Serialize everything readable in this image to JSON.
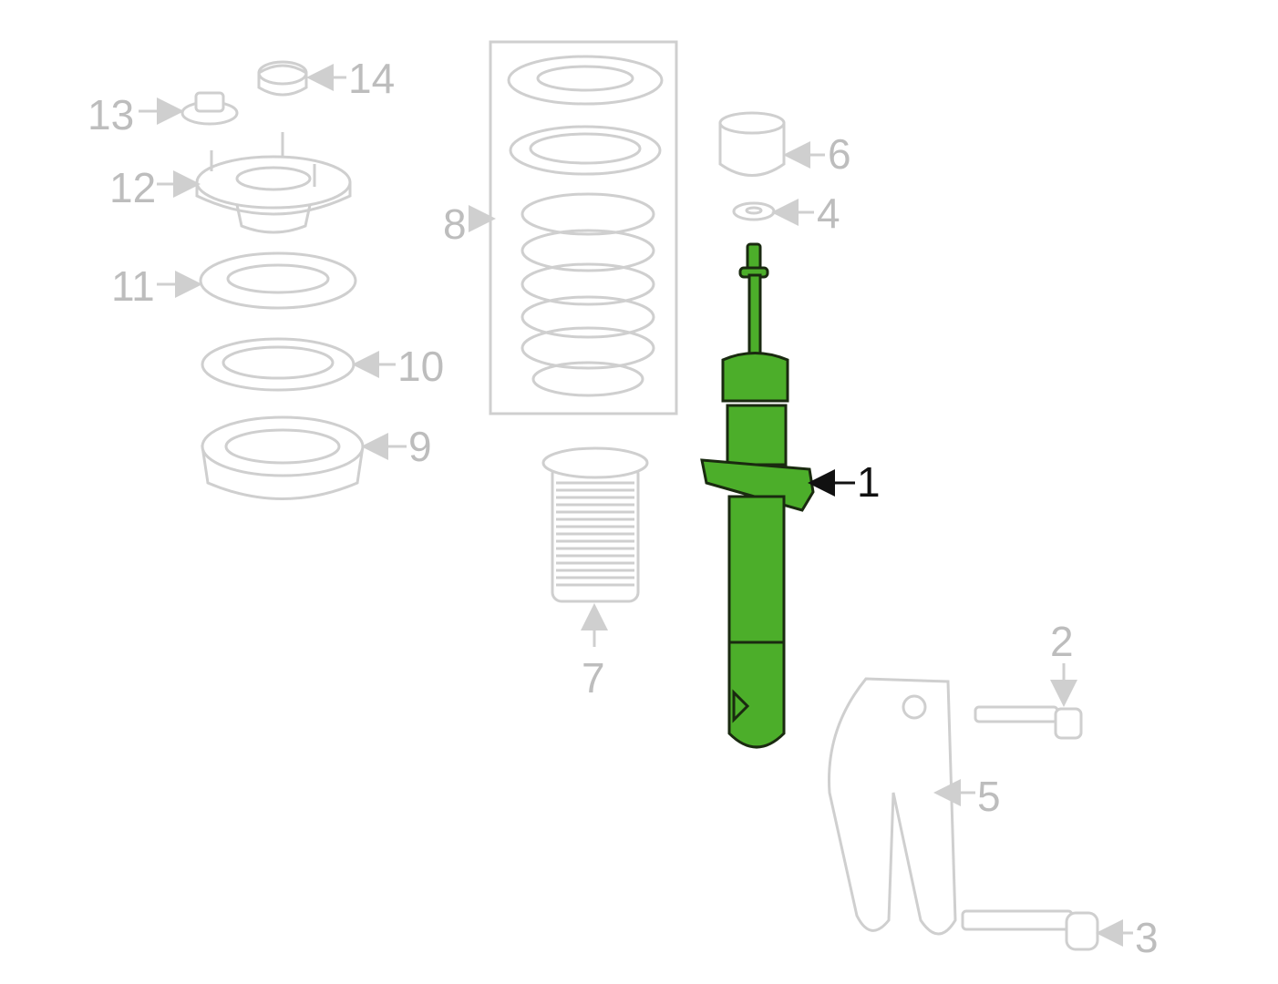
{
  "diagram": {
    "highlight_color": "#4cae2a",
    "inactive_color": "#cfcfcf",
    "highlighted_part": "1",
    "callouts": [
      {
        "id": "1",
        "label": "1",
        "active": true
      },
      {
        "id": "2",
        "label": "2",
        "active": false
      },
      {
        "id": "3",
        "label": "3",
        "active": false
      },
      {
        "id": "4",
        "label": "4",
        "active": false
      },
      {
        "id": "5",
        "label": "5",
        "active": false
      },
      {
        "id": "6",
        "label": "6",
        "active": false
      },
      {
        "id": "7",
        "label": "7",
        "active": false
      },
      {
        "id": "8",
        "label": "8",
        "active": false
      },
      {
        "id": "9",
        "label": "9",
        "active": false
      },
      {
        "id": "10",
        "label": "10",
        "active": false
      },
      {
        "id": "11",
        "label": "11",
        "active": false
      },
      {
        "id": "12",
        "label": "12",
        "active": false
      },
      {
        "id": "13",
        "label": "13",
        "active": false
      },
      {
        "id": "14",
        "label": "14",
        "active": false
      }
    ]
  }
}
